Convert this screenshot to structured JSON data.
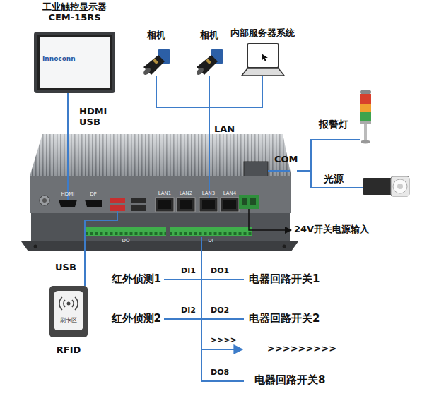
{
  "diagram": {
    "nodes": [
      {
        "text": [
          "工业触控显示器 CEM-15RS",
          "Innoconn"
        ]
      },
      {
        "text": [
          "相机"
        ]
      },
      {
        "text": [
          "相机"
        ]
      },
      {
        "text": [
          "内部服务器系统"
        ]
      },
      {
        "text": [
          "HDMI",
          "DP",
          "LAN1",
          "LAN2",
          "LAN3",
          "LAN4",
          "DO",
          "DI"
        ]
      },
      {
        "text": [
          "报警灯"
        ]
      },
      {
        "text": [
          "光源"
        ]
      },
      {
        "text": [
          "刷卡区",
          "RFID"
        ]
      }
    ],
    "edges": [
      {
        "from": 0,
        "to": 4,
        "label": "HDMI USB",
        "arrow": "none"
      },
      {
        "from": 1,
        "to": 4,
        "arrow": "none"
      },
      {
        "from": 2,
        "to": 4,
        "label": "LAN",
        "arrow": "none"
      },
      {
        "from": 3,
        "to": 4,
        "arrow": "none"
      },
      {
        "from": 4,
        "to": 5,
        "label": "COM",
        "arrow": "none"
      },
      {
        "from": 4,
        "to": 6,
        "arrow": "none"
      },
      {
        "from": 4,
        "to": 7,
        "label": "USB",
        "arrow": "none"
      }
    ],
    "labels": [
      "24V开关电源输入",
      "红外侦测1",
      "DI1",
      "DO1",
      "电器回路开关1",
      "红外侦测2",
      "DI2",
      "DO2",
      "电器回路开关2",
      ">>>>",
      ">>>>>>>>>",
      "DO8",
      "电器回路开关8"
    ]
  }
}
